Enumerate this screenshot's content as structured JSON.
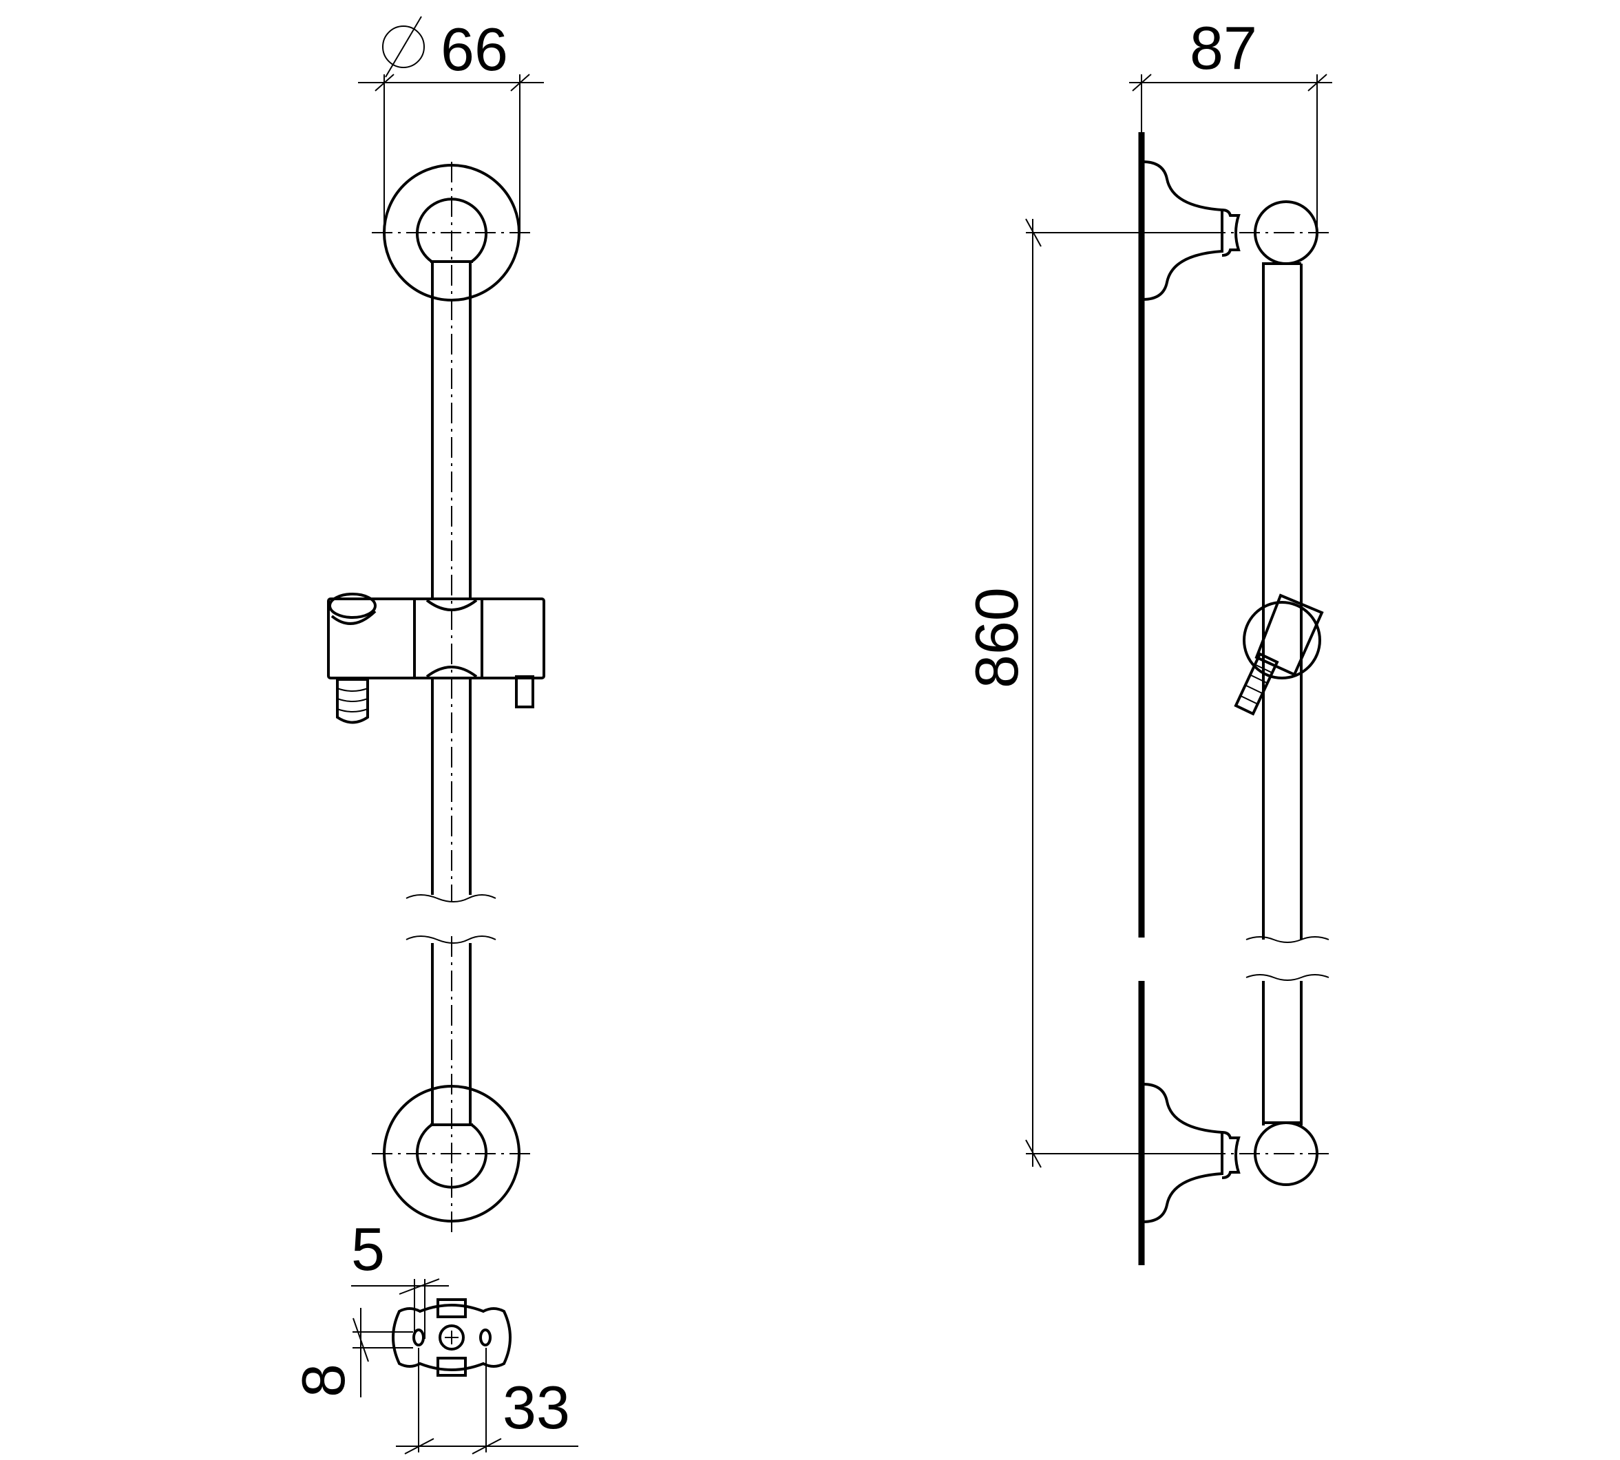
{
  "title": "Shower rail technical drawing",
  "dimensions": {
    "diameter_symbol": "⌀",
    "diameter": "66",
    "depth": "87",
    "length": "860",
    "pin": "5",
    "slot": "8",
    "spacing": "33"
  },
  "colors": {
    "line": "#000000",
    "background": "#ffffff"
  }
}
